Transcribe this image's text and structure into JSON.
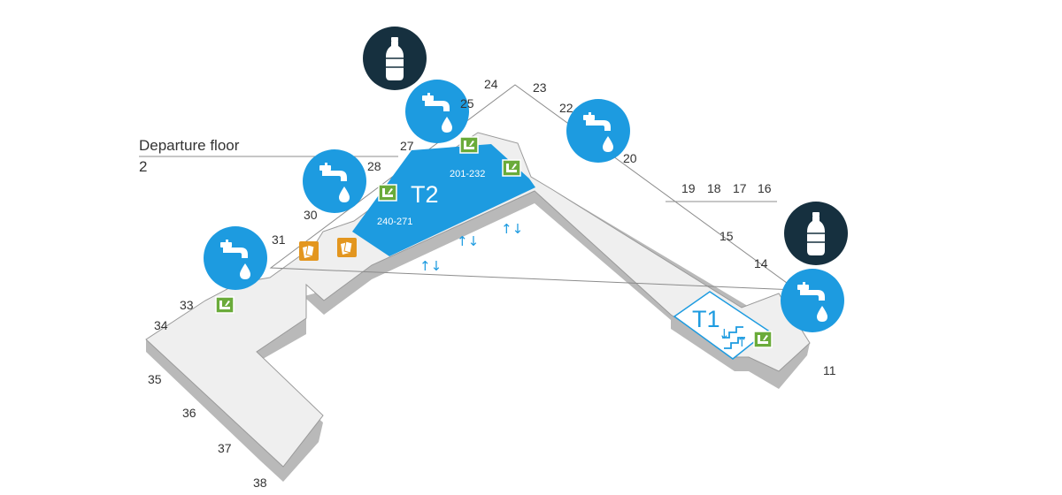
{
  "floor": {
    "title": "Departure floor",
    "number": "2"
  },
  "terminals": {
    "t2": {
      "label": "T2",
      "range_upper": "201-232",
      "range_lower": "240-271"
    },
    "t1": {
      "label": "T1"
    }
  },
  "gates": [
    "24",
    "23",
    "25",
    "22",
    "27",
    "28",
    "20",
    "30",
    "19",
    "18",
    "17",
    "16",
    "31",
    "15",
    "14",
    "33",
    "34",
    "11",
    "35",
    "36",
    "37",
    "38"
  ],
  "colors": {
    "floor_top": "#efefef",
    "floor_side": "#b9b9b9",
    "outline": "#9a9a9a",
    "terminal_area": "#1d9be0",
    "water_tap": "#1d9be0",
    "bottle": "#16303f",
    "security": "#6aab3a",
    "shops": "#e3961f"
  },
  "icons": {
    "water_tap": "water-tap-icon",
    "bottle": "water-bottle-icon",
    "security": "security-check-icon",
    "shops": "shopping-icon",
    "escalators": "escalator-arrows-icon",
    "stairs": "stairs-icon"
  }
}
